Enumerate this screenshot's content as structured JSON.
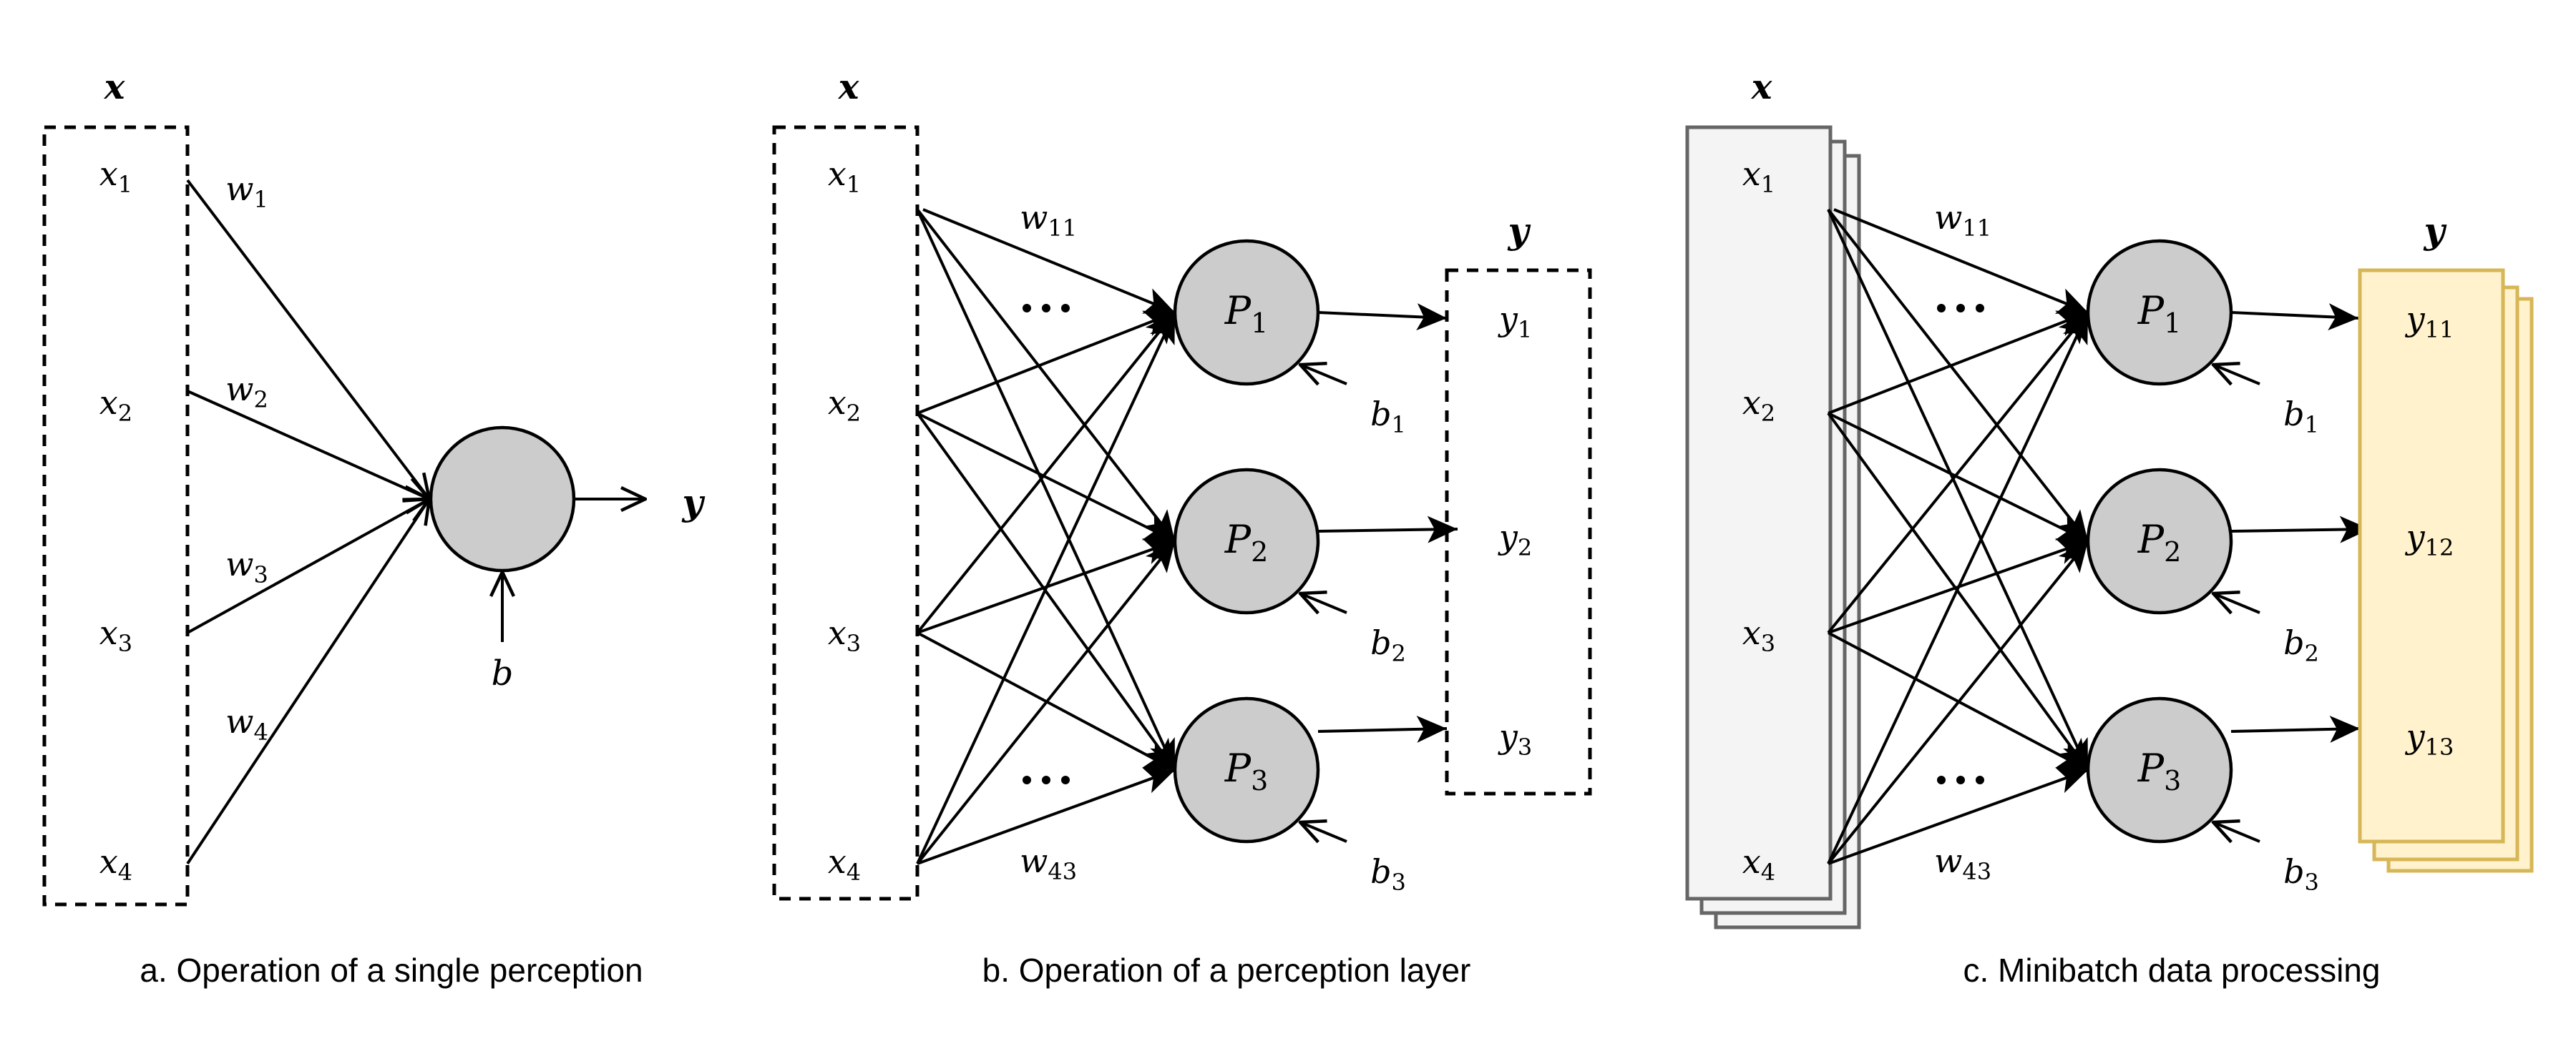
{
  "figure": {
    "panels": [
      {
        "id": "a",
        "caption": "a. Operation of a single perception",
        "input_vector_label": "x",
        "inputs": [
          {
            "base": "x",
            "sub": "1"
          },
          {
            "base": "x",
            "sub": "2"
          },
          {
            "base": "x",
            "sub": "3"
          },
          {
            "base": "x",
            "sub": "4"
          }
        ],
        "weights": [
          {
            "base": "w",
            "sub": "1"
          },
          {
            "base": "w",
            "sub": "2"
          },
          {
            "base": "w",
            "sub": "3"
          },
          {
            "base": "w",
            "sub": "4"
          }
        ],
        "neuron": {
          "label": ""
        },
        "bias": {
          "base": "b",
          "sub": ""
        },
        "output_label": "y"
      },
      {
        "id": "b",
        "caption": "b. Operation of a perception layer",
        "input_vector_label": "x",
        "inputs": [
          {
            "base": "x",
            "sub": "1"
          },
          {
            "base": "x",
            "sub": "2"
          },
          {
            "base": "x",
            "sub": "3"
          },
          {
            "base": "x",
            "sub": "4"
          }
        ],
        "weight_labels": [
          {
            "base": "w",
            "sub": "11"
          },
          {
            "base": "w",
            "sub": "43"
          }
        ],
        "ellipsis": "⋯",
        "neurons": [
          {
            "base": "P",
            "sub": "1"
          },
          {
            "base": "P",
            "sub": "2"
          },
          {
            "base": "P",
            "sub": "3"
          }
        ],
        "biases": [
          {
            "base": "b",
            "sub": "1"
          },
          {
            "base": "b",
            "sub": "2"
          },
          {
            "base": "b",
            "sub": "3"
          }
        ],
        "output_vector_label": "y",
        "outputs": [
          {
            "base": "y",
            "sub": "1"
          },
          {
            "base": "y",
            "sub": "2"
          },
          {
            "base": "y",
            "sub": "3"
          }
        ]
      },
      {
        "id": "c",
        "caption": "c. Minibatch data processing",
        "input_vector_label": "x",
        "inputs": [
          {
            "base": "x",
            "sub": "1"
          },
          {
            "base": "x",
            "sub": "2"
          },
          {
            "base": "x",
            "sub": "3"
          },
          {
            "base": "x",
            "sub": "4"
          }
        ],
        "weight_labels": [
          {
            "base": "w",
            "sub": "11"
          },
          {
            "base": "w",
            "sub": "43"
          }
        ],
        "ellipsis": "⋯",
        "neurons": [
          {
            "base": "P",
            "sub": "1"
          },
          {
            "base": "P",
            "sub": "2"
          },
          {
            "base": "P",
            "sub": "3"
          }
        ],
        "biases": [
          {
            "base": "b",
            "sub": "1"
          },
          {
            "base": "b",
            "sub": "2"
          },
          {
            "base": "b",
            "sub": "3"
          }
        ],
        "output_vector_label": "y",
        "outputs": [
          {
            "base": "y",
            "sub": "11"
          },
          {
            "base": "y",
            "sub": "12"
          },
          {
            "base": "y",
            "sub": "13"
          }
        ],
        "batch_stack_depth": 3
      }
    ],
    "colors": {
      "neuron_fill": "#cccccc",
      "input_stack_fill": "#f4f4f4",
      "input_stack_stroke": "#666666",
      "output_stack_fill": "#fff2cc",
      "output_stack_stroke": "#d6b656",
      "line": "#000000"
    }
  }
}
